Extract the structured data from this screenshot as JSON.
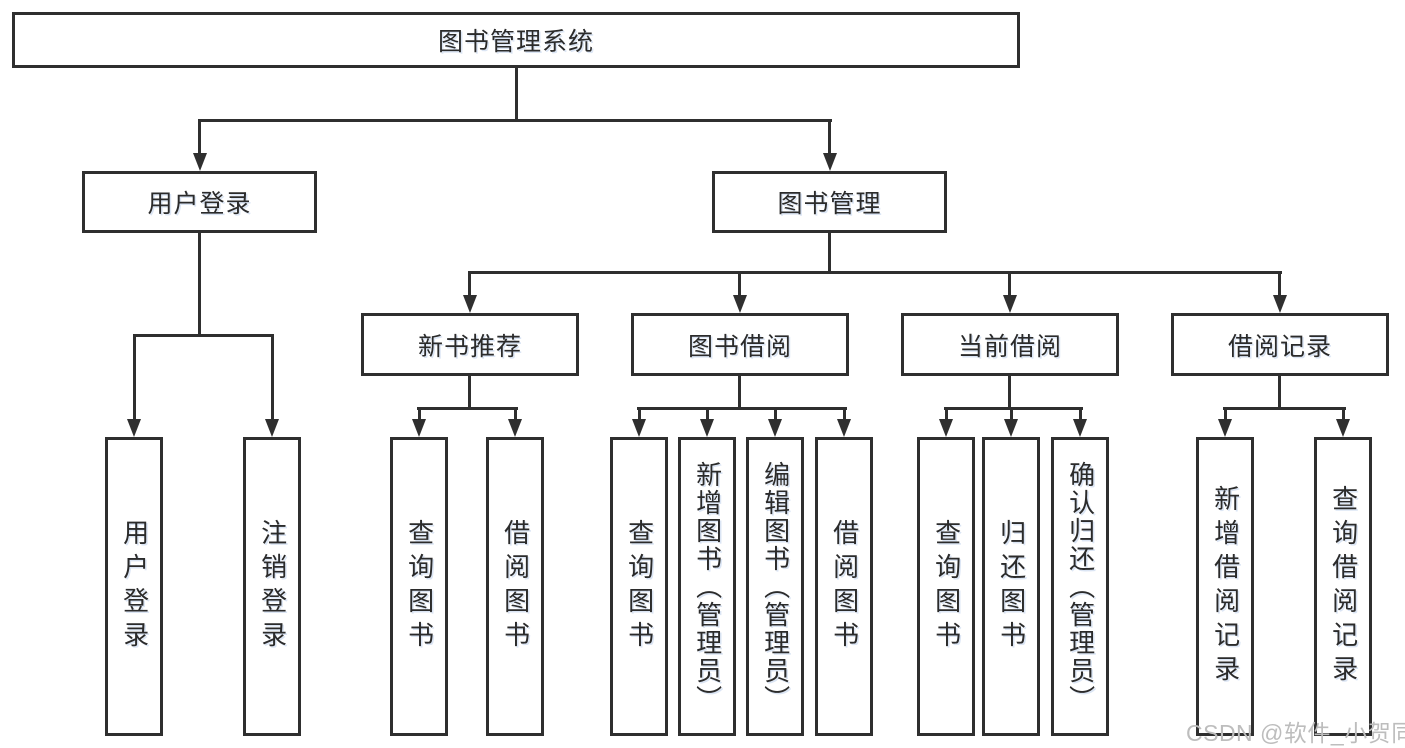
{
  "root": {
    "label": "图书管理系统"
  },
  "branches": {
    "user_login": {
      "label": "用户登录",
      "children": {
        "login": {
          "label": "用户登录"
        },
        "logout": {
          "label": "注销登录"
        }
      }
    },
    "book_management": {
      "label": "图书管理",
      "sections": {
        "new_book_recommendation": {
          "label": "新书推荐",
          "children": {
            "query_books": {
              "label": "查询图书"
            },
            "borrow_books": {
              "label": "借阅图书"
            }
          }
        },
        "book_borrowing": {
          "label": "图书借阅",
          "children": {
            "query_books": {
              "label": "查询图书"
            },
            "add_books": {
              "label": "新增图书（管理员）"
            },
            "edit_books": {
              "label": "编辑图书（管理员）"
            },
            "borrow_books": {
              "label": "借阅图书"
            }
          }
        },
        "current_borrowing": {
          "label": "当前借阅",
          "children": {
            "query_books": {
              "label": "查询图书"
            },
            "return_books": {
              "label": "归还图书"
            },
            "confirm_return": {
              "label": "确认归还（管理员）"
            }
          }
        },
        "borrowing_records": {
          "label": "借阅记录",
          "children": {
            "add_record": {
              "label": "新增借阅记录"
            },
            "query_record": {
              "label": "查询借阅记录"
            }
          }
        }
      }
    }
  },
  "watermark": {
    "text": "CSDN @软件_小贺同学"
  },
  "colors": {
    "line": "#2f2f2f",
    "text": "#2b2b2b",
    "watermark": "#bdbdbd",
    "background": "#ffffff"
  }
}
